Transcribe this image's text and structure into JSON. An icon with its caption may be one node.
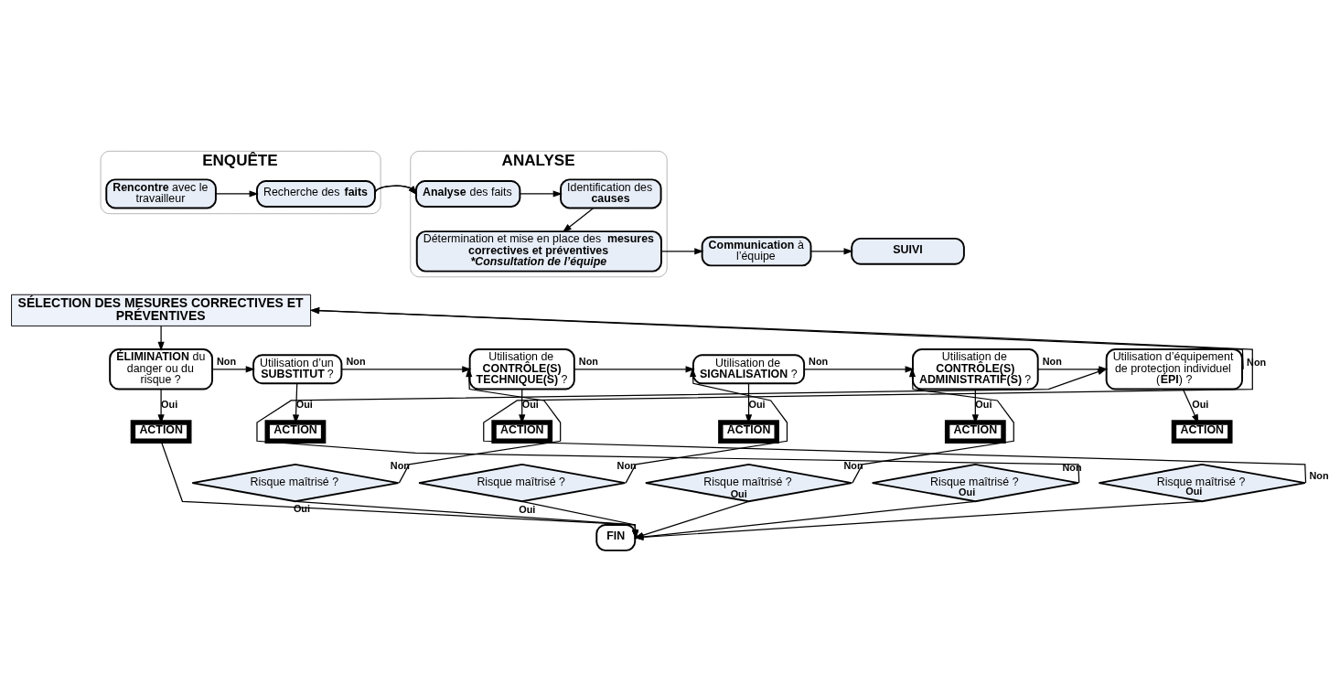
{
  "diagram": {
    "nodes": [
      {
        "text": [
          "ENQUÊTE"
        ]
      },
      {
        "text": [
          "**Rencontre** avec le travailleur"
        ],
        "in": 0
      },
      {
        "text": [
          "Recherche des **faits**"
        ],
        "in": 0
      },
      {
        "text": [
          "ANALYSE"
        ]
      },
      {
        "text": [
          "**Analyse** des faits"
        ],
        "in": 3
      },
      {
        "text": [
          "Identification des **causes**"
        ],
        "in": 3
      },
      {
        "text": [
          "Détermination et mise en place des **mesures correctives et préventives**",
          "*Consultation de l’équipe"
        ],
        "in": 3
      },
      {
        "text": [
          "**Communication** à l’équipe"
        ]
      },
      {
        "text": [
          "SUIVI"
        ]
      },
      {
        "text": [
          "SÉLECTION DES MESURES CORRECTIVES ET PRÉVENTIVES"
        ]
      },
      {
        "text": [
          "**ÉLIMINATION** du danger ou du risque ?"
        ]
      },
      {
        "text": [
          "ACTION"
        ]
      },
      {
        "text": [
          "FIN"
        ]
      },
      {
        "text": [
          "Utilisation d’un **SUBSTITUT** ?"
        ]
      },
      {
        "text": [
          "ACTION"
        ]
      },
      {
        "text": [
          "Risque maîtrisé ?"
        ]
      },
      {
        "text": [
          "Utilisation de **CONTRÔLE(S) TECHNIQUE(S)** ?"
        ]
      },
      {
        "text": [
          "ACTION"
        ]
      },
      {
        "text": [
          "Risque maîtrisé ?"
        ]
      },
      {
        "text": [
          "Utilisation de **SIGNALISATION** ?"
        ]
      },
      {
        "text": [
          "ACTION"
        ]
      },
      {
        "text": [
          "Risque maîtrisé ?"
        ]
      },
      {
        "text": [
          "Utilisation de **CONTRÔLE(S) ADMINISTRATIF(S)** ?"
        ]
      },
      {
        "text": [
          "ACTION"
        ]
      },
      {
        "text": [
          "Risque maîtrisé ?"
        ]
      },
      {
        "text": [
          "Utilisation d’équipement de protection individuel (**ÉPI**) ?"
        ]
      },
      {
        "text": [
          "ACTION"
        ]
      },
      {
        "text": [
          "Risque maîtrisé ?"
        ]
      }
    ],
    "edges": [
      {
        "from": 1,
        "to": 2,
        "arrow": "to"
      },
      {
        "from": 2,
        "to": 4,
        "arrow": "to"
      },
      {
        "from": 4,
        "to": 5,
        "arrow": "to"
      },
      {
        "from": 5,
        "to": 6,
        "arrow": "to"
      },
      {
        "from": 6,
        "to": 7,
        "arrow": "to"
      },
      {
        "from": 7,
        "to": 8,
        "arrow": "to"
      },
      {
        "from": 9,
        "to": 10,
        "arrow": "to"
      },
      {
        "from": 10,
        "to": 13,
        "arrow": "to",
        "label": "Non"
      },
      {
        "from": 10,
        "to": 11,
        "arrow": "to",
        "label": "Oui"
      },
      {
        "from": 11,
        "to": 12,
        "arrow": "to"
      },
      {
        "from": 13,
        "to": 16,
        "arrow": "to",
        "label": "Non"
      },
      {
        "from": 13,
        "to": 14,
        "arrow": "to",
        "label": "Oui"
      },
      {
        "from": 15,
        "to": 16,
        "arrow": "to",
        "label": "Non"
      },
      {
        "from": 15,
        "to": 12,
        "arrow": "to",
        "label": "Oui"
      },
      {
        "from": 16,
        "to": 19,
        "arrow": "to",
        "label": "Non"
      },
      {
        "from": 16,
        "to": 17,
        "arrow": "to",
        "label": "Oui"
      },
      {
        "from": 18,
        "to": 19,
        "arrow": "to",
        "label": "Non"
      },
      {
        "from": 18,
        "to": 12,
        "arrow": "to",
        "label": "Oui"
      },
      {
        "from": 19,
        "to": 22,
        "arrow": "to",
        "label": "Non"
      },
      {
        "from": 19,
        "to": 20,
        "arrow": "to",
        "label": "Oui"
      },
      {
        "from": 21,
        "to": 22,
        "arrow": "to",
        "label": "Non"
      },
      {
        "from": 21,
        "to": 12,
        "arrow": "to",
        "label": "Oui"
      },
      {
        "from": 22,
        "to": 25,
        "arrow": "to",
        "label": "Non"
      },
      {
        "from": 22,
        "to": 23,
        "arrow": "to",
        "label": "Oui"
      },
      {
        "from": 24,
        "to": 25,
        "arrow": "to",
        "label": "Non"
      },
      {
        "from": 24,
        "to": 12,
        "arrow": "to",
        "label": "Oui"
      },
      {
        "from": 25,
        "to": 9,
        "arrow": "to",
        "label": "Non"
      },
      {
        "from": 25,
        "to": 26,
        "arrow": "to",
        "label": "Oui"
      },
      {
        "from": 27,
        "to": 9,
        "arrow": "to",
        "label": "Non"
      },
      {
        "from": 27,
        "to": 12,
        "arrow": "to",
        "label": "Oui"
      }
    ]
  }
}
